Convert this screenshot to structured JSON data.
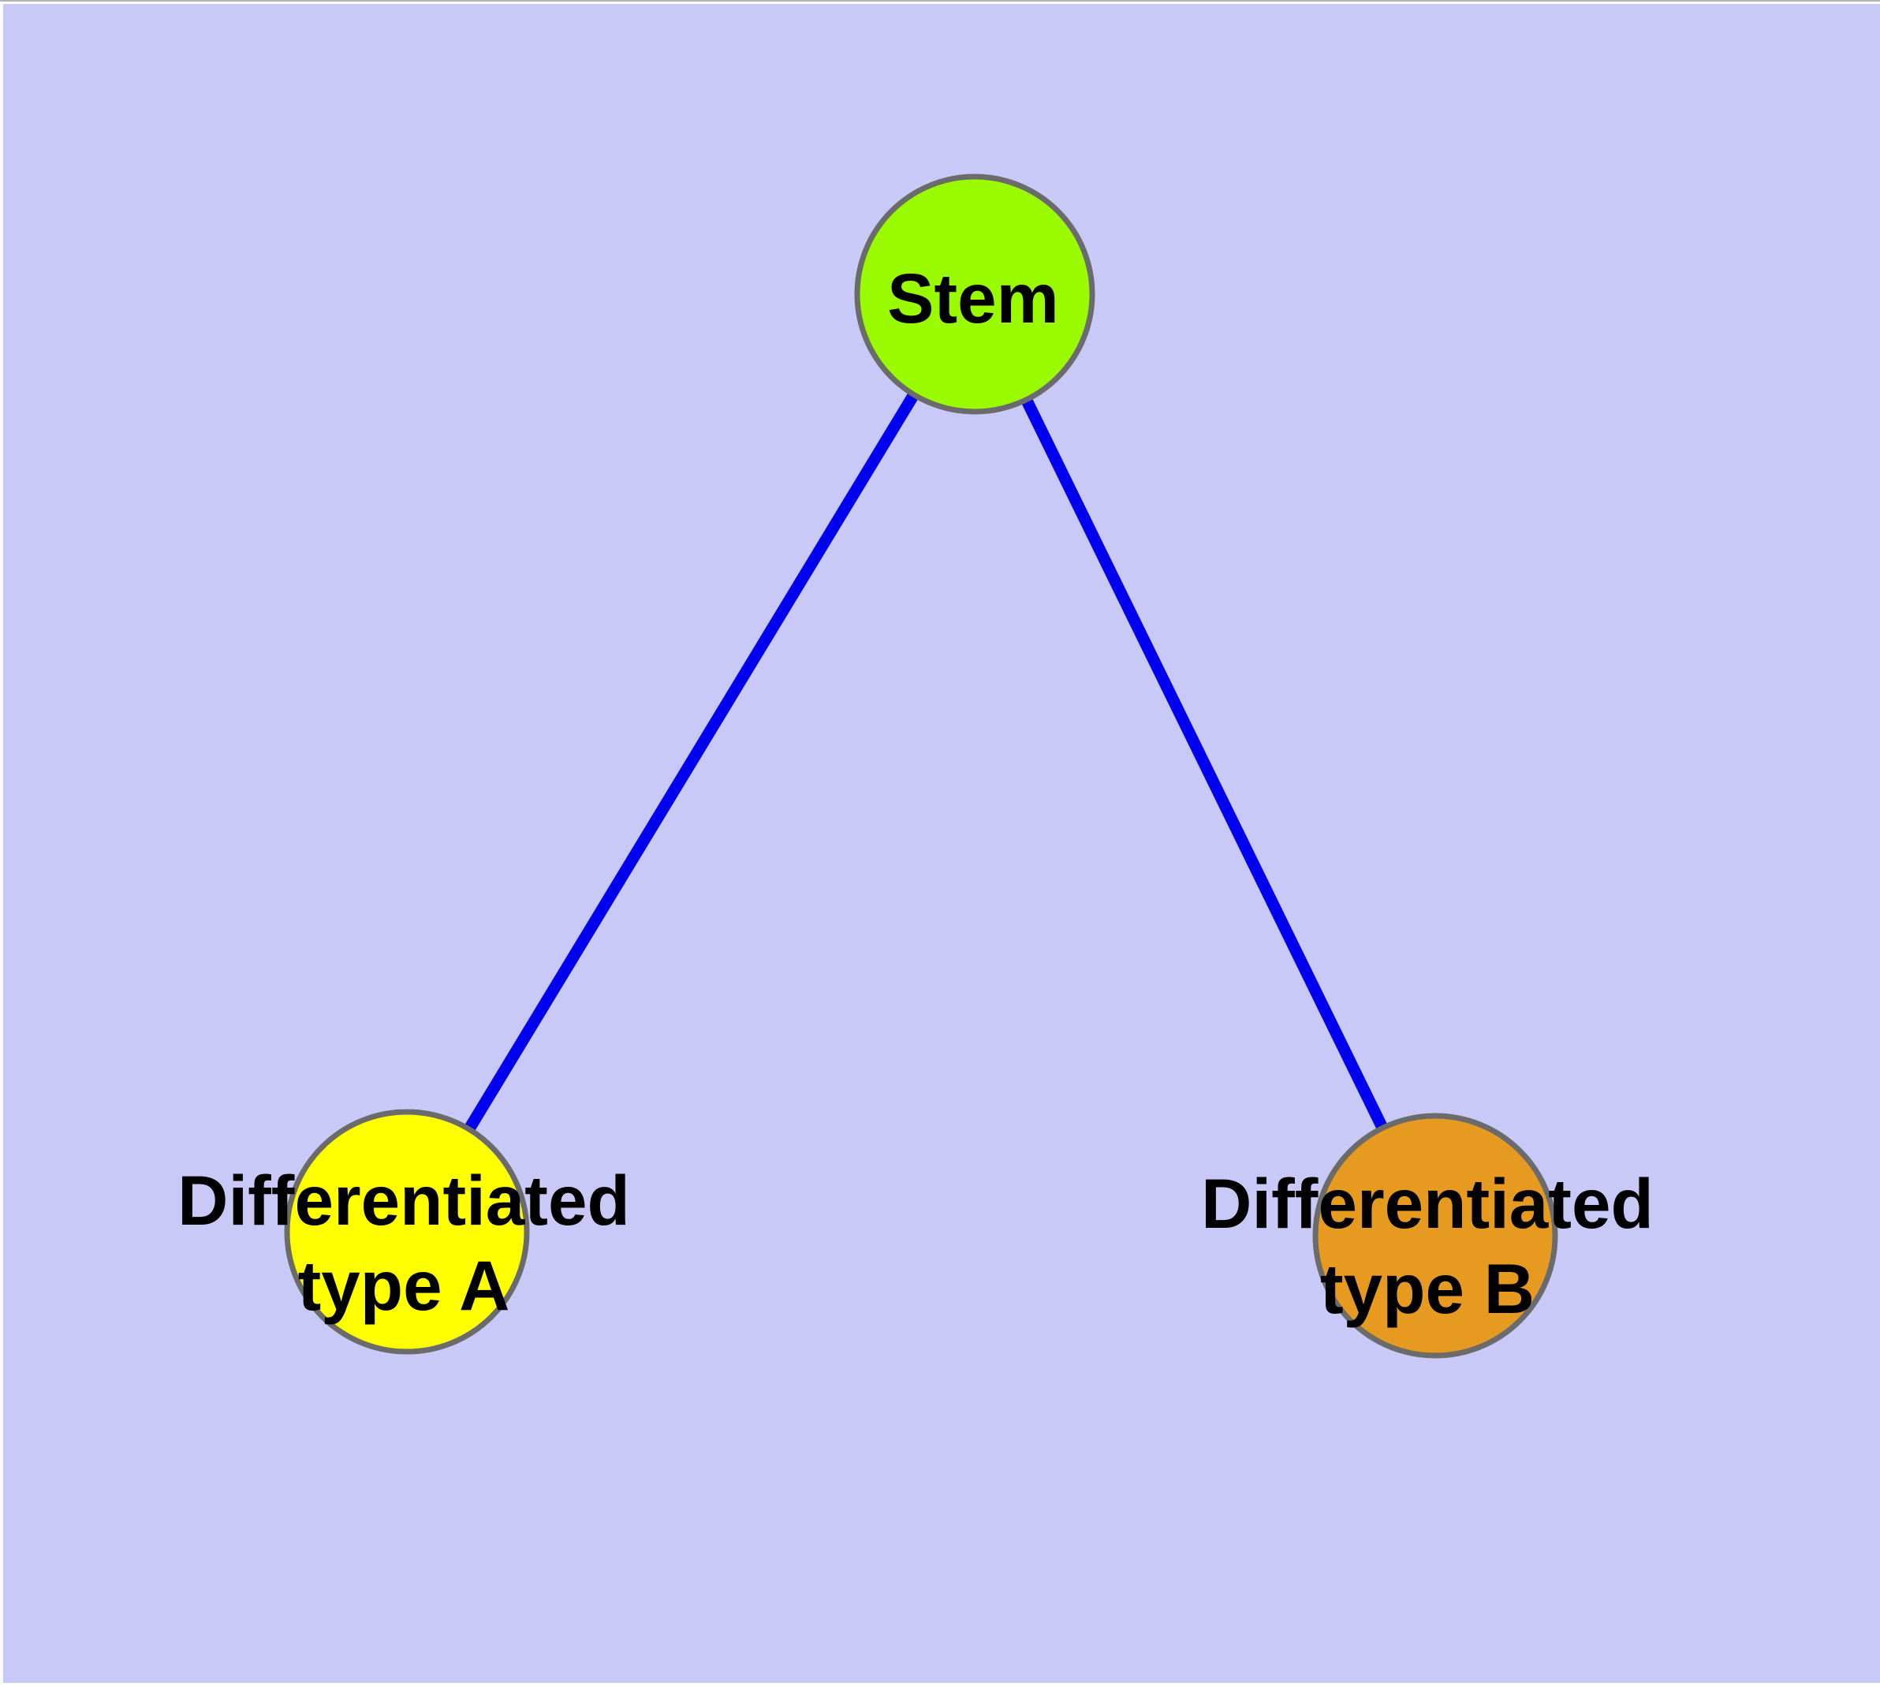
{
  "figure": {
    "margin_color": "#ffffff",
    "top_hairline_color": "#b4b4b4",
    "plot_background_color": "#c9c9f7"
  },
  "graph": {
    "nodes": {
      "stem": {
        "label": "Stem",
        "fill": "#9afa00",
        "stroke": "#6b6b6b",
        "text_color": "#000000"
      },
      "type_a": {
        "label_line1": "Differentiated",
        "label_line2": "type A",
        "fill": "#ffff00",
        "stroke": "#6b6b6b",
        "text_color": "#000000"
      },
      "type_b": {
        "label_line1": "Differentiated",
        "label_line2": "type B",
        "fill": "#e69a1f",
        "stroke": "#6b6b6b",
        "text_color": "#000000"
      }
    },
    "edges": [
      {
        "from": "Stem",
        "to": "Differentiated type A",
        "color": "#0000ee"
      },
      {
        "from": "Stem",
        "to": "Differentiated type B",
        "color": "#0000ee"
      }
    ]
  }
}
